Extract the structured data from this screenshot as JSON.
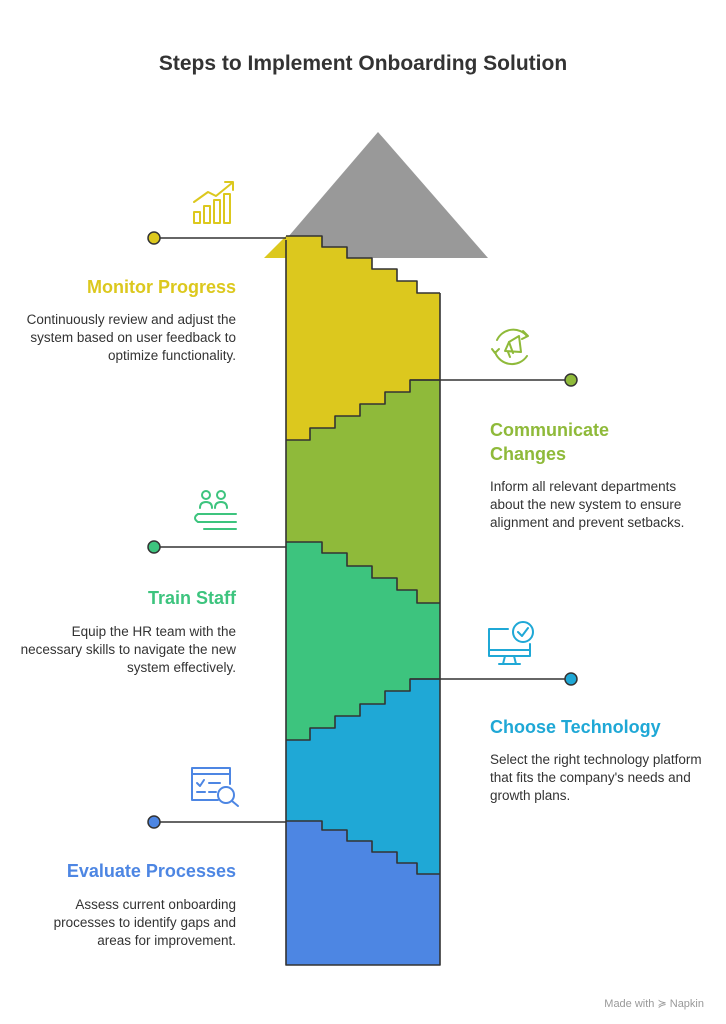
{
  "title": "Steps to Implement Onboarding Solution",
  "steps": [
    {
      "id": "monitor-progress",
      "title": "Monitor Progress",
      "description": "Continuously review and adjust the system based on user feedback to optimize functionality.",
      "color": "#DCC81E",
      "icon": "growth-chart-icon",
      "side": "left"
    },
    {
      "id": "communicate-changes",
      "title": "Communicate Changes",
      "description": "Inform all relevant departments about the new system to ensure alignment and prevent setbacks.",
      "color": "#8FBA3A",
      "icon": "megaphone-icon",
      "side": "right"
    },
    {
      "id": "train-staff",
      "title": "Train Staff",
      "description": "Equip the HR team with the necessary skills to navigate the new system effectively.",
      "color": "#3DC47E",
      "icon": "team-icon",
      "side": "left"
    },
    {
      "id": "choose-technology",
      "title": "Choose Technology",
      "description": "Select the right technology platform that fits the company's needs and growth plans.",
      "color": "#1FA8D6",
      "icon": "monitor-check-icon",
      "side": "right"
    },
    {
      "id": "evaluate-processes",
      "title": "Evaluate Processes",
      "description": "Assess current onboarding processes to identify gaps and areas for improvement.",
      "color": "#4D86E3",
      "icon": "document-search-icon",
      "side": "left"
    }
  ],
  "arrow_color": "#999999",
  "footer": "Made with ≽ Napkin"
}
